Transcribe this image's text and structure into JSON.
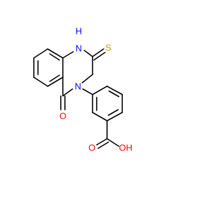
{
  "molecule": {
    "atoms": {
      "amine_h": {
        "text": "H",
        "color": "#0000ff"
      },
      "amine_n": {
        "text": "N",
        "color": "#0000ff"
      },
      "imide_n": {
        "text": "N",
        "color": "#0000ff"
      },
      "thione_s": {
        "text": "S",
        "color": "#b2a100"
      },
      "carbonyl_o": {
        "text": "O",
        "color": "#ff0000"
      },
      "acid_o": {
        "text": "O",
        "color": "#ff0000"
      },
      "hydroxyl": {
        "text": "OH",
        "color": "#ff0000"
      }
    }
  }
}
